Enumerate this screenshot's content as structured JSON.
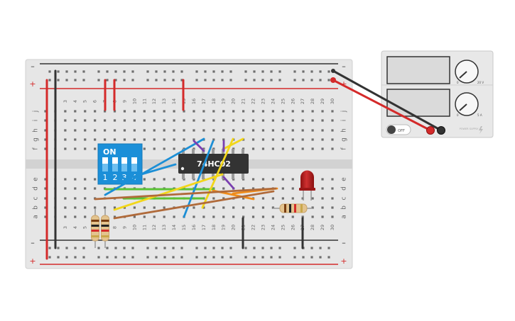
{
  "breadboard": {
    "rail_minus": "–",
    "rail_plus": "+",
    "row_letters_top": [
      "j",
      "i",
      "h",
      "g",
      "f"
    ],
    "row_letters_bottom": [
      "e",
      "d",
      "c",
      "b",
      "a"
    ],
    "column_numbers": [
      "3",
      "4",
      "5",
      "6",
      "7",
      "8",
      "9",
      "10",
      "11",
      "12",
      "13",
      "14",
      "15",
      "16",
      "17",
      "18",
      "19",
      "20",
      "21",
      "22",
      "23",
      "24",
      "25",
      "26",
      "27",
      "28",
      "29",
      "30"
    ]
  },
  "dip_switch": {
    "on_label": "ON",
    "switch_labels": [
      "1",
      "2",
      "3",
      "4"
    ],
    "color": "#1b8fd8"
  },
  "chip": {
    "label": "74HC02"
  },
  "power_supply": {
    "switch_label": "OFF",
    "channel1_dial_label": "20 V",
    "channel2_dial_label": "5 A",
    "dial_min": "0",
    "brand": "POWER SUPPLY"
  },
  "colors": {
    "wire_red": "#d42a2a",
    "wire_black": "#333333",
    "wire_blue": "#1c8fd6",
    "wire_yellow": "#f2d61a",
    "wire_green": "#5cc236",
    "wire_orange": "#f08c1a",
    "wire_brown": "#b06a3a",
    "wire_purple": "#7a3fb0",
    "led_red": "#b51e1e"
  }
}
